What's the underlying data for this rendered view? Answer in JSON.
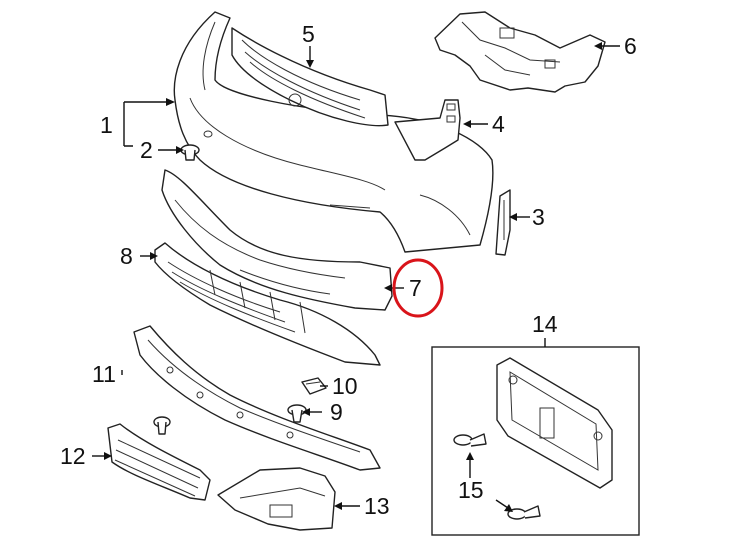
{
  "diagram": {
    "callouts": [
      {
        "id": "1",
        "text": "1"
      },
      {
        "id": "2",
        "text": "2"
      },
      {
        "id": "3",
        "text": "3"
      },
      {
        "id": "4",
        "text": "4"
      },
      {
        "id": "5",
        "text": "5"
      },
      {
        "id": "6",
        "text": "6"
      },
      {
        "id": "7",
        "text": "7"
      },
      {
        "id": "8",
        "text": "8"
      },
      {
        "id": "9",
        "text": "9"
      },
      {
        "id": "10",
        "text": "10"
      },
      {
        "id": "11",
        "text": "11"
      },
      {
        "id": "12",
        "text": "12"
      },
      {
        "id": "13",
        "text": "13"
      },
      {
        "id": "14",
        "text": "14"
      },
      {
        "id": "15",
        "text": "15"
      }
    ],
    "highlight_color": "#d9141a",
    "line_color": "#222222"
  }
}
